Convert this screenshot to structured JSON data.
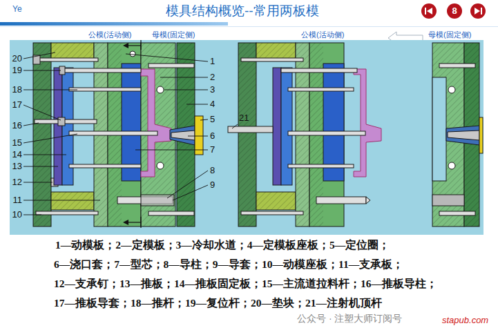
{
  "diagram": {
    "title": "模具结构概览--常用两板模",
    "nodes": [
      {
        "text": [
          "8"
        ]
      }
    ],
    "labels": [
      "Ye",
      "公模(活动侧)",
      "母模(固定侧)",
      "公模(活动侧)",
      "母模(固定侧)",
      "20",
      "19",
      "18",
      "17",
      "16",
      "15",
      "14",
      "13",
      "12",
      "11",
      "10",
      "1",
      "2",
      "3",
      "4",
      "5",
      "6",
      "7",
      "8",
      "9",
      "21",
      "1—动模板；2—定模板；3—冷却水道；4—定模板座板；5—定位圈；",
      "6—浇口套；7—型芯；8—导柱；9—导套；10—动模座板；11—支承板；",
      "12—支承钉；13—推板；14—推板固定板；15—主流道拉料杆；16—推板导柱；",
      "17—推板导套；18—推杆；19—复位杆；20—垫块；21—注射机顶杆",
      "公众号 · 注塑大师订阅号",
      "stapub.com"
    ]
  }
}
